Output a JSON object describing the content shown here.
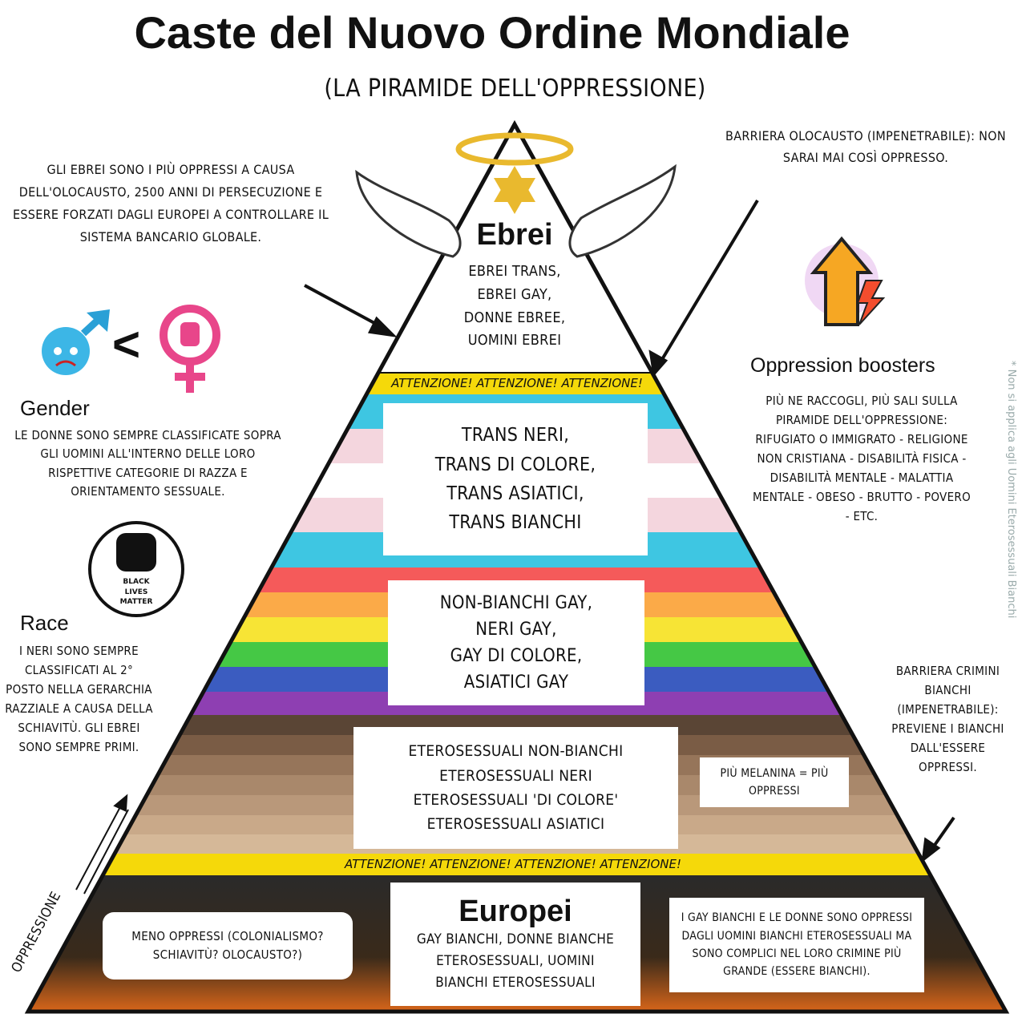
{
  "title": "Caste del Nuovo Ordine Mondiale",
  "subtitle": "(LA PIRAMIDE DELL'OPPRESSIONE)",
  "colors": {
    "caution": "#f5d90a",
    "trans_blue": "#3ec6e2",
    "trans_pink": "#f4d6de",
    "fire": "#2b2b2b",
    "gold": "#e9b92e",
    "venus": "#e8468a",
    "mars": "#2aa0d6"
  },
  "pyramid": {
    "top": {
      "heading": "Ebrei",
      "lines": [
        "EBREI TRANS,",
        "EBREI GAY,",
        "DONNE EBREE,",
        "UOMINI EBREI"
      ]
    },
    "caution_top": "ATTENZIONE! ATTENZIONE! ATTENZIONE!",
    "trans": {
      "lines": [
        "TRANS NERI,",
        "TRANS DI COLORE,",
        "TRANS ASIATICI,",
        "TRANS  BIANCHI"
      ]
    },
    "gay": {
      "lines": [
        "NON-BIANCHI GAY,",
        "NERI GAY,",
        "GAY DI COLORE,",
        "ASIATICI GAY"
      ]
    },
    "hetero": {
      "lines": [
        "ETEROSESSUALI NON-BIANCHI",
        "ETEROSESSUALI NERI",
        "ETEROSESSUALI 'DI COLORE'",
        "ETEROSESSUALI ASIATICI"
      ]
    },
    "melanin": "PIÙ MELANINA = PIÙ OPPRESSI",
    "caution_bottom": "ATTENZIONE! ATTENZIONE! ATTENZIONE! ATTENZIONE!",
    "bottom": {
      "heading": "Europei",
      "lines": [
        "GAY BIANCHI, DONNE BIANCHE",
        "ETEROSESSUALI, UOMINI",
        "BIANCHI ETEROSESSUALI"
      ]
    },
    "bottom_left": "MENO OPPRESSI (COLONIALISMO? SCHIAVITÙ? OLOCAUSTO?)",
    "bottom_right": "I GAY BIANCHI E LE DONNE SONO OPPRESSI DAGLI UOMINI BIANCHI ETEROSESSUALI MA SONO COMPLICI NEL LORO CRIMINE PIÙ GRANDE (ESSERE BIANCHI)."
  },
  "left": {
    "jews_note": "GLI EBREI SONO I PIÙ OPPRESSI A CAUSA DELL'OLOCAUSTO, 2500 ANNI DI PERSECUZIONE E ESSERE FORZATI DAGLI EUROPEI A CONTROLLARE IL SISTEMA BANCARIO GLOBALE.",
    "less_than": "<",
    "gender_heading": "Gender",
    "gender_text": "LE DONNE SONO SEMPRE CLASSIFICATE SOPRA GLI UOMINI ALL'INTERNO DELLE LORO RISPETTIVE CATEGORIE DI RAZZA E ORIENTAMENTO SESSUALE.",
    "blm_logo": "BLACK LIVES MATTER",
    "race_heading": "Race",
    "race_text": "I NERI SONO SEMPRE CLASSIFICATI AL 2° POSTO NELLA GERARCHIA RAZZIALE A CAUSA DELLA SCHIAVITÙ. GLI EBREI SONO SEMPRE PRIMI.",
    "oppression_axis": "OPPRESSIONE"
  },
  "right": {
    "holocaust_barrier": "BARRIERA OLOCAUSTO (IMPENETRABILE): NON SARAI MAI COSÌ OPPRESSO.",
    "boosters_heading": "Oppression boosters",
    "boosters_text": "PIÙ NE RACCOGLI, PIÙ SALI SULLA PIRAMIDE DELL'OPPRESSIONE: RIFUGIATO O IMMIGRATO - RELIGIONE NON CRISTIANA - DISABILITÀ FISICA - DISABILITÀ MENTALE - MALATTIA MENTALE - OBESO - BRUTTO - POVERO - ETC.",
    "crime_barrier": "BARRIERA CRIMINI BIANCHI (IMPENETRABILE): PREVIENE I BIANCHI DALL'ESSERE OPPRESSI.",
    "footnote": "* Non si applica agli Uomini Eterosessuali Bianchi"
  }
}
